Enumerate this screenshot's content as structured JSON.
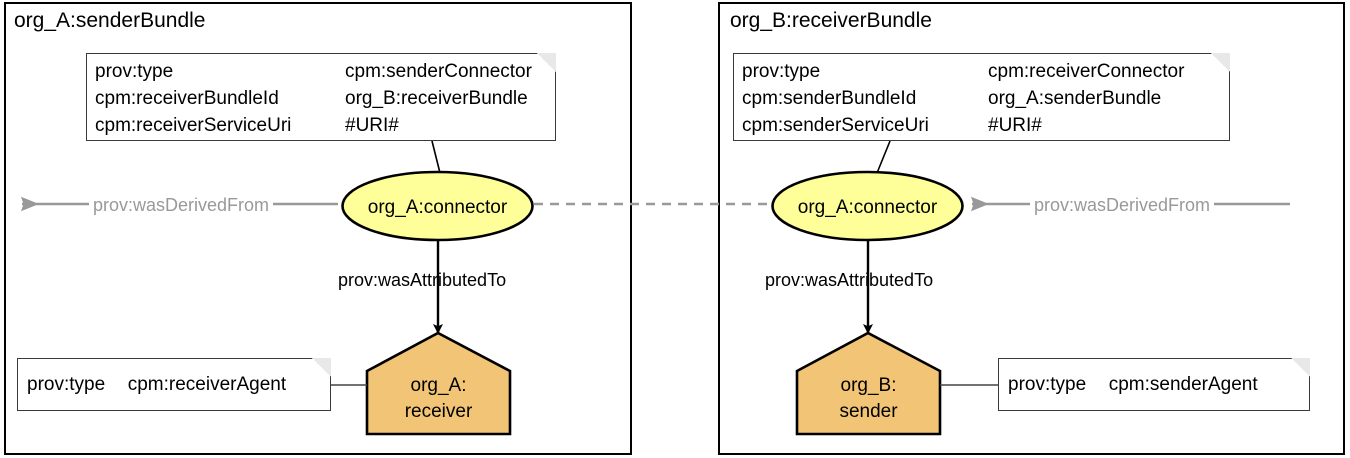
{
  "diagram": {
    "type": "provenance-connector-diagram",
    "colors": {
      "connector_fill": "#FFFF99",
      "agent_fill": "#F2C476",
      "edge_gray": "#999999",
      "stroke": "#000000"
    }
  },
  "bundles": [
    {
      "id": "sender",
      "title": "org_A:senderBundle",
      "note": {
        "rows": [
          {
            "key": "prov:type",
            "value": "cpm:senderConnector"
          },
          {
            "key": "cpm:receiverBundleId",
            "value": "org_B:receiverBundle"
          },
          {
            "key": "cpm:receiverServiceUri",
            "value": "#URI#"
          }
        ]
      },
      "connector": {
        "label": "org_A:connector"
      },
      "attributed_edge_label": "prov:wasAttributedTo",
      "derived_edge_label": "prov:wasDerivedFrom",
      "agent": {
        "line1": "org_A:",
        "line2": "receiver"
      },
      "agent_note": {
        "key": "prov:type",
        "value": "cpm:receiverAgent"
      }
    },
    {
      "id": "receiver",
      "title": "org_B:receiverBundle",
      "note": {
        "rows": [
          {
            "key": "prov:type",
            "value": "cpm:receiverConnector"
          },
          {
            "key": "cpm:senderBundleId",
            "value": "org_A:senderBundle"
          },
          {
            "key": "cpm:senderServiceUri",
            "value": "#URI#"
          }
        ]
      },
      "connector": {
        "label": "org_A:connector"
      },
      "attributed_edge_label": "prov:wasAttributedTo",
      "derived_edge_label": "prov:wasDerivedFrom",
      "agent": {
        "line1": "org_B:",
        "line2": "sender"
      },
      "agent_note": {
        "key": "prov:type",
        "value": "cpm:senderAgent"
      }
    }
  ]
}
